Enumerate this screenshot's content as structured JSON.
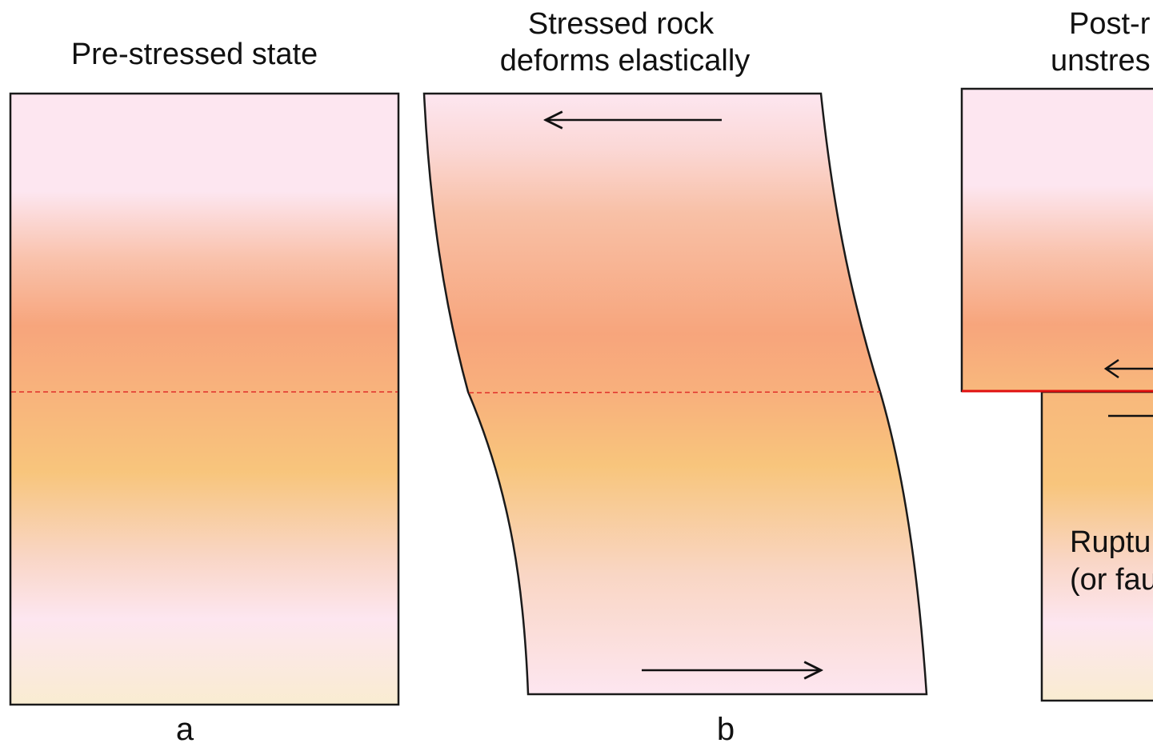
{
  "panels": [
    {
      "letter": "a",
      "title_lines": [
        "Pre-stressed state"
      ]
    },
    {
      "letter": "b",
      "title_lines": [
        "Stressed rock",
        "deforms elastically"
      ]
    },
    {
      "letter": "",
      "title_lines": [
        "Post-r",
        "unstres"
      ],
      "body_lines": [
        "Ruptu",
        "(or fau"
      ]
    }
  ],
  "colors": {
    "pink_light": "#fde6f0",
    "salmon": "#f7a57c",
    "amber": "#f8c57c",
    "cream": "#f9ecd1",
    "fault_dash": "#e0302a",
    "rupture_line": "#e01010",
    "outline": "#1a1a1a"
  }
}
